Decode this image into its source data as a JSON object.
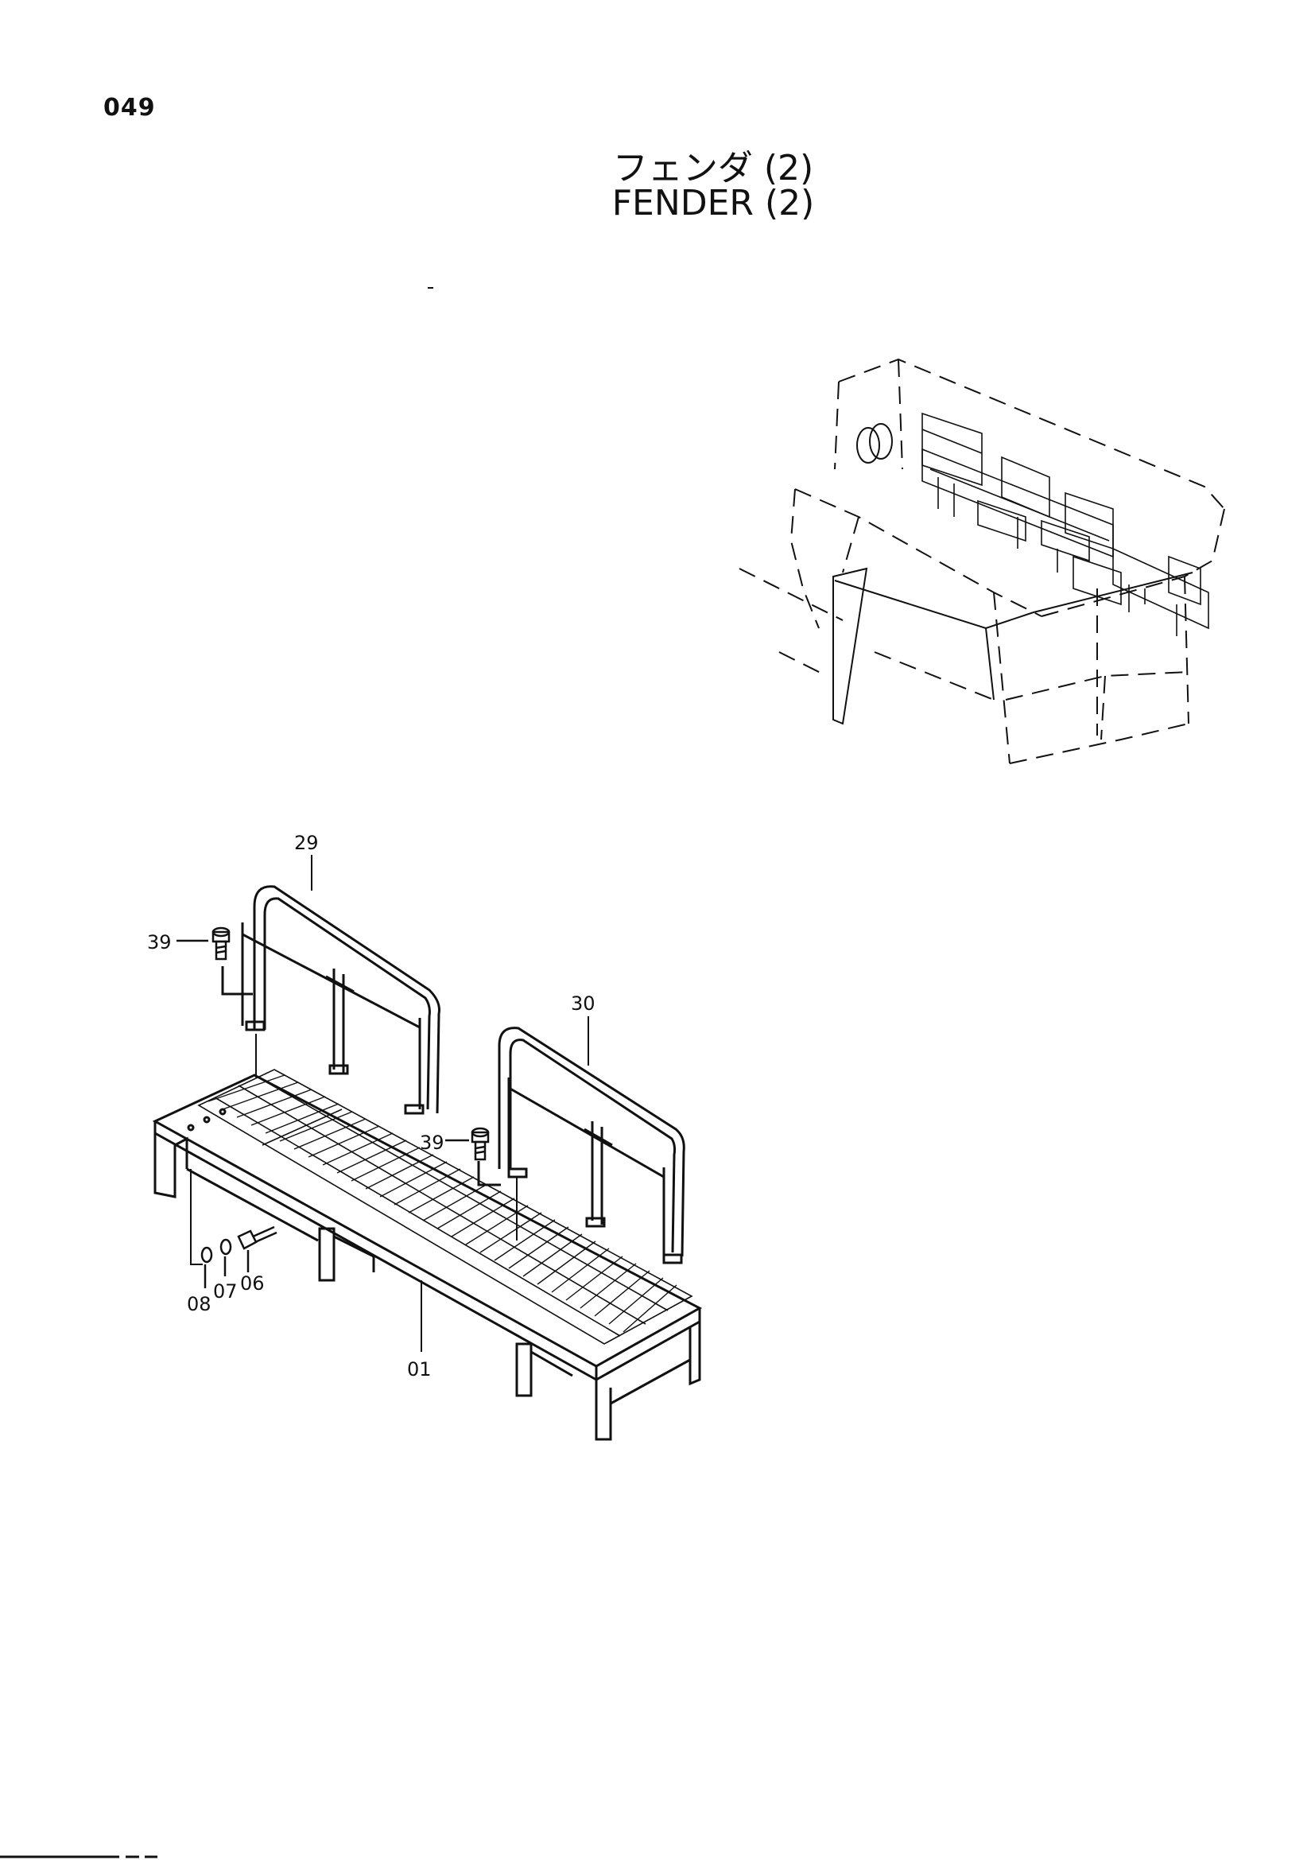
{
  "page_number": "049",
  "title": {
    "japanese": "フェンダ (2)",
    "english": "FENDER (2)"
  },
  "callouts": {
    "grating_platform": "01",
    "bolt": "06",
    "lock_washer": "07",
    "washer": "08",
    "handrail_left": "29",
    "handrail_right": "30",
    "bolt_left": "39",
    "bolt_right": "39"
  }
}
